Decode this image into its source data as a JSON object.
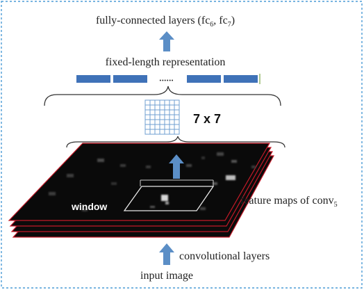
{
  "labels": {
    "fc_prefix": "fully-connected layers (fc",
    "fc_sub1": "6",
    "fc_mid": ", fc",
    "fc_sub2": "7",
    "fc_suffix": ")",
    "fixed_length": "fixed-length representation",
    "dots": "••••••",
    "grid_size": "7 x 7",
    "window": "window",
    "feature_maps_prefix": "feature maps of conv",
    "feature_maps_sub": "5",
    "conv_layers": "convolutional layers",
    "input_image": "input image"
  },
  "colors": {
    "border": "#4a9bd6",
    "arrow": "#5b8ec6",
    "segment": "#3f72b8",
    "grid_line": "#6f9fd0",
    "map_fill": "#0b0b0b",
    "map_edge": "#c41a28",
    "window_stroke": "#e8e8e8",
    "text": "#222222"
  },
  "icons": [
    "up-arrow-icon",
    "curly-brace-icon",
    "grid-icon"
  ]
}
